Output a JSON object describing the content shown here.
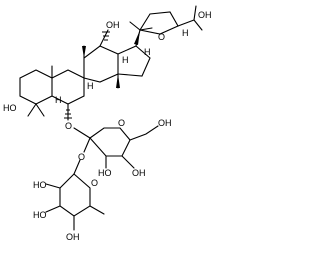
{
  "structure": {
    "type": "chemical-structure",
    "atom_labels": {
      "oh_c12": "OH",
      "oh_c25": "OH",
      "ho_c3": "HO",
      "o_c6": "O",
      "o_furan": "O",
      "o_glc_ring": "O",
      "oh_glc_c6": "OH",
      "oh_glc_c4": "OH",
      "oh_glc_c3": "HO",
      "o_glycosidic": "O",
      "o_rha_ring": "O",
      "ho_rha_1": "HO",
      "ho_rha_2": "HO",
      "oh_rha_3": "OH",
      "h_c5": "H",
      "h_c9": "H",
      "h_c13": "H",
      "h_c17": "H",
      "h_c24": "H"
    }
  }
}
